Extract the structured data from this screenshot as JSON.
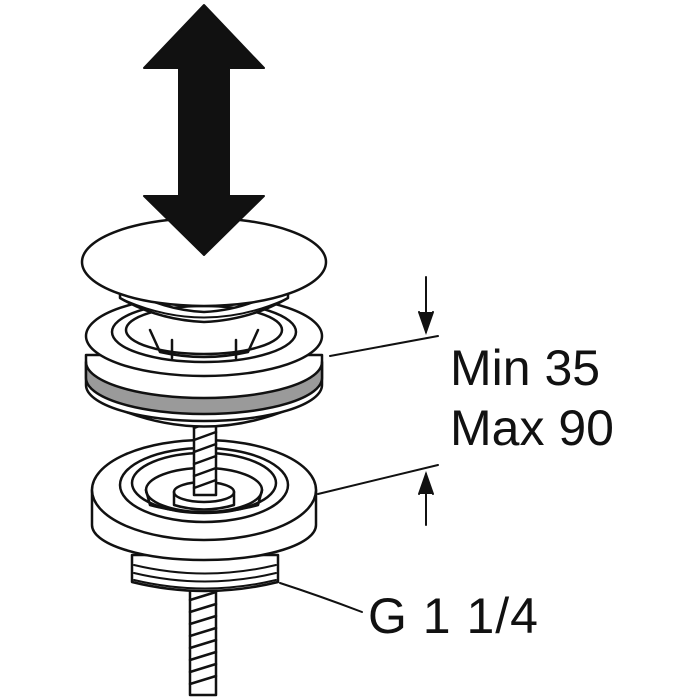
{
  "dimension": {
    "min_label": "Min 35",
    "max_label": "Max 90"
  },
  "thread": {
    "label": "G 1 1/4"
  },
  "icons": {
    "motion": "double-arrow-vertical-icon"
  },
  "colors": {
    "ink": "#111111",
    "gasket": "#9a9a9a",
    "paper": "#ffffff"
  }
}
